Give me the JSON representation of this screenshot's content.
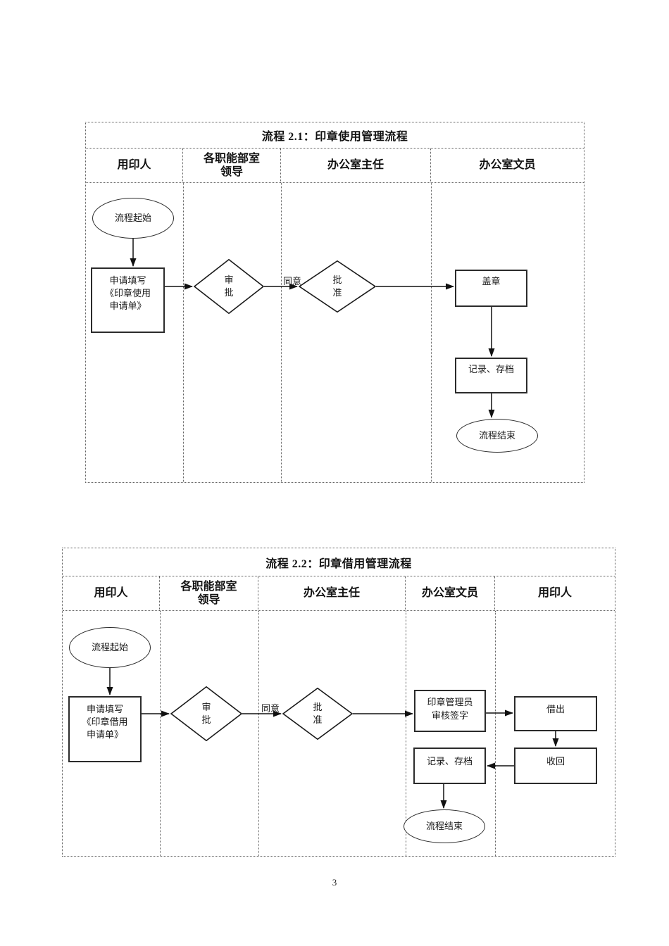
{
  "page": {
    "number": "3"
  },
  "charts": [
    {
      "title": "流程 2.1：印章使用管理流程",
      "lanes": [
        "用印人",
        "各职能部室\n领导",
        "办公室主任",
        "办公室文员"
      ],
      "nodes": {
        "start": "流程起始",
        "apply": "申请填写\n《印章使用\n申请单》",
        "review": "审\n批",
        "approve": "批\n准",
        "stamp": "盖章",
        "record": "记录、存档",
        "end": "流程结束"
      },
      "labels": {
        "agree": "同意"
      }
    },
    {
      "title": "流程 2.2：印章借用管理流程",
      "lanes": [
        "用印人",
        "各职能部室\n领导",
        "办公室主任",
        "办公室文员",
        "用印人"
      ],
      "nodes": {
        "start": "流程起始",
        "apply": "申请填写\n《印章借用\n申请单》",
        "review": "审\n批",
        "approve": "批\n准",
        "verify": "印章管理员\n审核签字",
        "lend": "借出",
        "retrieve": "收回",
        "record": "记录、存档",
        "end": "流程结束"
      },
      "labels": {
        "agree": "同意"
      }
    }
  ]
}
